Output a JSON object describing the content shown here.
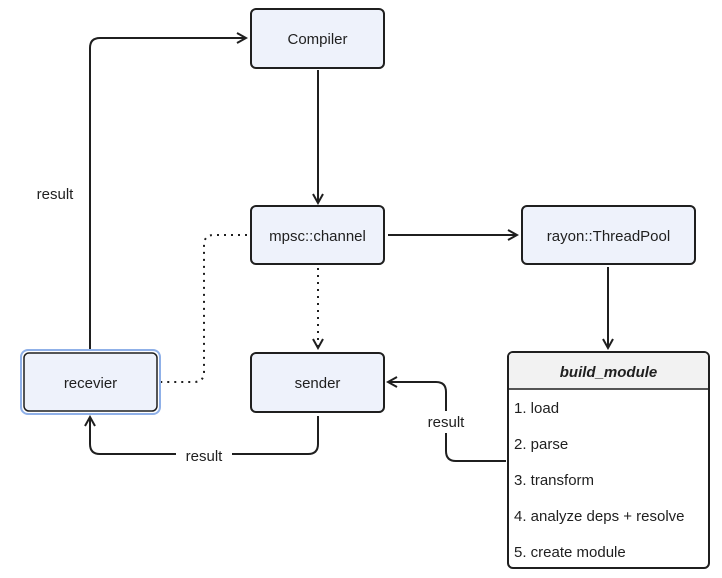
{
  "colors": {
    "node_fill": "#eef2fb",
    "node_stroke": "#1f1f1f",
    "selected_stroke": "#8fb0e8",
    "edge": "#1f1f1f",
    "class_header_fill": "#f2f2f2"
  },
  "nodes": {
    "compiler": "Compiler",
    "channel": "mpsc::channel",
    "threadpool": "rayon::ThreadPool",
    "receiver": "recevier",
    "sender": "sender"
  },
  "build_module": {
    "title": "build_module",
    "steps": [
      "1. load",
      "2. parse",
      "3. transform",
      "4. analyze deps + resolve",
      "5. create module"
    ]
  },
  "edge_labels": {
    "receiver_to_compiler": "result",
    "sender_to_receiver": "result",
    "build_to_sender": "result"
  }
}
